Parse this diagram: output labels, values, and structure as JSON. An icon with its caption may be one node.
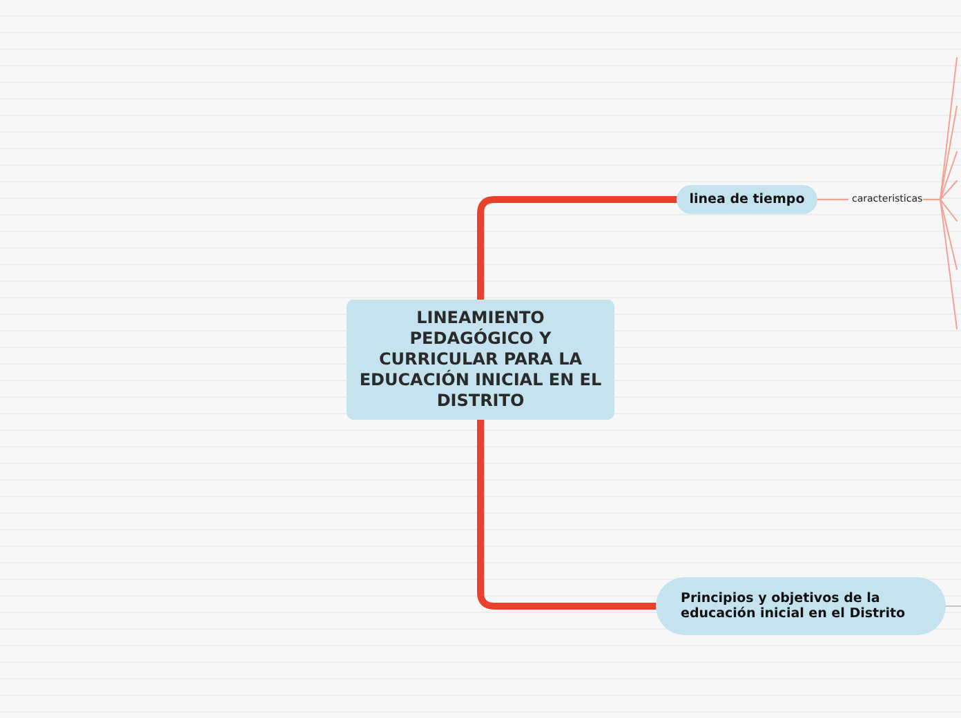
{
  "diagram": {
    "nodes": [
      {
        "text": [
          "LINEAMIENTO PEDAGÓGICO Y CURRICULAR PARA LA EDUCACIÓN INICIAL EN EL DISTRITO"
        ]
      },
      {
        "text": [
          "linea de tiempo"
        ]
      },
      {
        "text": [
          "caracteristicas"
        ]
      },
      {
        "text": [
          "Principios y objetivos de la educación inicial en el Distrito"
        ]
      }
    ],
    "edges": [
      {
        "from": 0,
        "to": 1,
        "arrow": "none",
        "style": "thick",
        "color": "#e8412c"
      },
      {
        "from": 0,
        "to": 3,
        "arrow": "none",
        "style": "thick",
        "color": "#e8412c"
      },
      {
        "from": 1,
        "to": 2,
        "arrow": "none"
      },
      {
        "from": 2,
        "to": null,
        "arrow": "none"
      },
      {
        "from": 2,
        "to": null,
        "arrow": "none"
      },
      {
        "from": 2,
        "to": null,
        "arrow": "none"
      },
      {
        "from": 2,
        "to": null,
        "arrow": "none"
      },
      {
        "from": 2,
        "to": null,
        "arrow": "none"
      },
      {
        "from": 2,
        "to": null,
        "arrow": "none"
      },
      {
        "from": 2,
        "to": null,
        "arrow": "none"
      },
      {
        "from": 3,
        "to": null,
        "arrow": "none",
        "color": "#c8c8c8"
      }
    ]
  }
}
